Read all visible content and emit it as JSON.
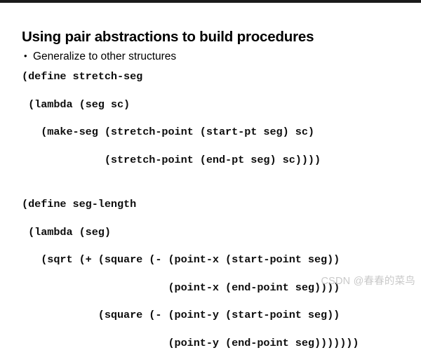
{
  "slide": {
    "title": "Using pair abstractions to build procedures",
    "bullets": [
      {
        "glyph": "•",
        "text": "Generalize to other structures"
      }
    ],
    "code_blocks": [
      {
        "name": "stretch-seg-definition",
        "lines": [
          "(define stretch-seg",
          " (lambda (seg sc)",
          "   (make-seg (stretch-point (start-pt seg) sc)",
          "             (stretch-point (end-pt seg) sc))))"
        ]
      },
      {
        "name": "seg-length-definition",
        "lines": [
          "(define seg-length",
          " (lambda (seg)",
          "   (sqrt (+ (square (- (point-x (start-point seg))",
          "                       (point-x (end-point seg))))",
          "            (square (- (point-y (start-point seg))",
          "                       (point-y (end-point seg)))))))"
        ]
      }
    ]
  },
  "watermark": {
    "text": "CSDN @春春的菜鸟"
  },
  "colors": {
    "background": "#ffffff",
    "text": "#000000",
    "code_text": "#0d0d0d",
    "top_bar": "#1a1a1a",
    "watermark": "#c9c9c9"
  }
}
